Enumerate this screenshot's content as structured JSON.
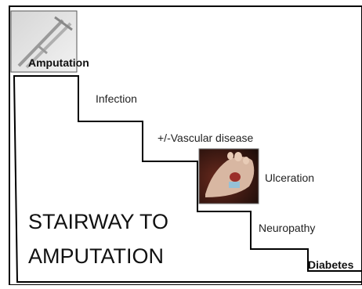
{
  "steps": {
    "amputation": "Amputation",
    "infection": "Infection",
    "vascular": "+/-Vascular disease",
    "ulceration": "Ulceration",
    "neuropathy": "Neuropathy",
    "diabetes": "Diabetes"
  },
  "headline": {
    "line1": "STAIRWAY TO",
    "line2": "AMPUTATION"
  },
  "images": {
    "crutches": "crutches-icon",
    "foot_ulcer": "foot-ulcer-photo"
  }
}
